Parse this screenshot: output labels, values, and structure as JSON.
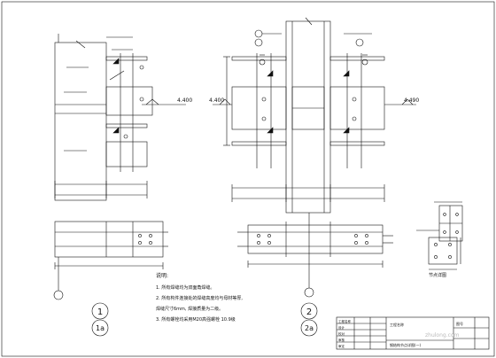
{
  "drawing": {
    "elevation_left": "4.400",
    "elevation_mid_left": "4.400",
    "elevation_mid_right": "4.490",
    "detail_1_top": "1",
    "detail_1_bottom": "1a",
    "detail_2_top": "2",
    "detail_2_bottom": "2a",
    "notes_title": "说明:",
    "notes": [
      "1. 所有焊缝均为双面角焊缝。",
      "2. 所有构件连接处的焊缝高度均与母材等厚,",
      "   焊缝尺寸6mm, 焊接质量为二级。",
      "3. 所有螺栓均采用M20高强螺栓 10.9级"
    ],
    "detail_label": "节点详图",
    "title_block": {
      "rows": [
        "工程名称",
        "设计",
        "校对",
        "审核",
        "审定"
      ],
      "project": "工程名称",
      "drawing_title": "钢结构节点详图(一)",
      "sheet_no": "图号"
    },
    "watermark": "zhulong.com"
  }
}
